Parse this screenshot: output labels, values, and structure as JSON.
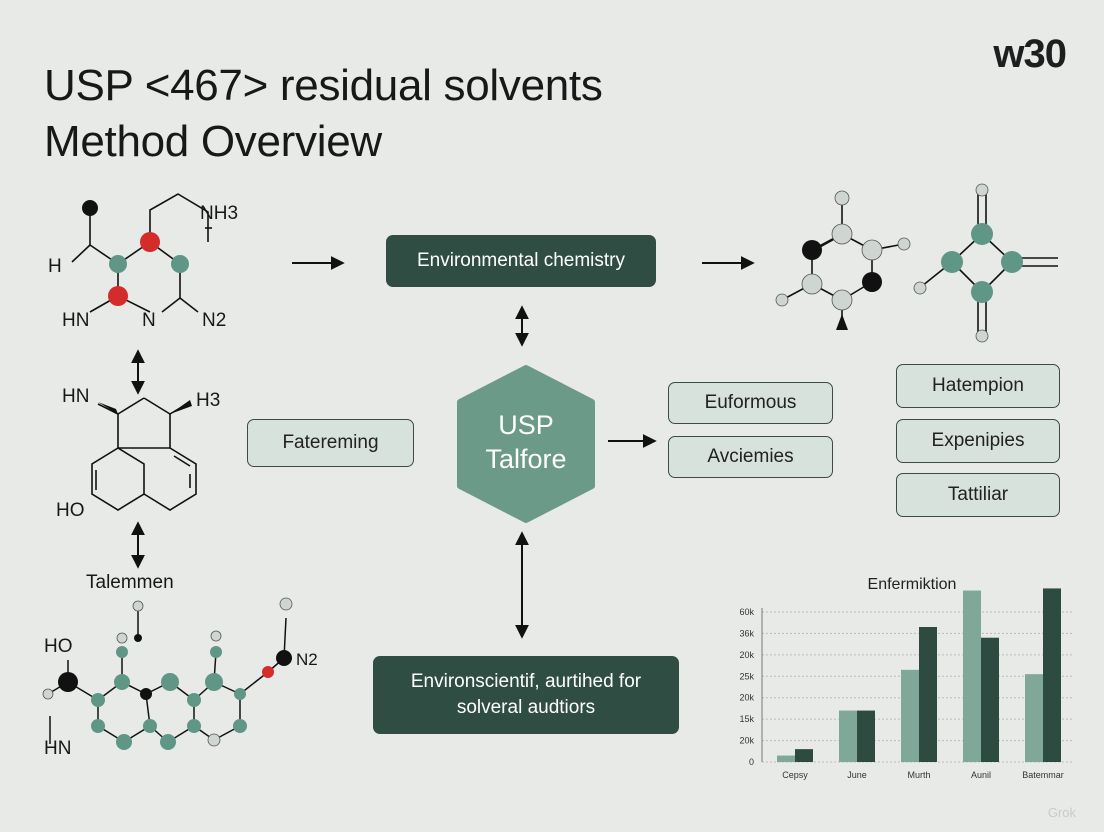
{
  "header": {
    "title_line1": "USP <467> residual solvents",
    "title_line2": "Method Overview",
    "brand": "w30"
  },
  "center": {
    "hub_line1": "USP",
    "hub_line2": "Talfore"
  },
  "boxes": {
    "top": "Environmental chemistry",
    "left": "Fatereming",
    "right_1": "Euformous",
    "right_2": "Avciemies",
    "far_right_1": "Hatempion",
    "far_right_2": "Expenipies",
    "far_right_3": "Tattiliar",
    "bottom_line1": "Environscientif, aurtihed for",
    "bottom_line2": "solveral audtiors"
  },
  "molecules": {
    "m1_h": "H",
    "m1_nh3": "NH3",
    "m1_hn": "HN",
    "m1_n": "N",
    "m1_n2": "N2",
    "m2_hn": "HN",
    "m2_h3": "H3",
    "m2_ho": "HO",
    "m3_caption": "Talemmen",
    "m3_ho": "HO",
    "m3_n2": "N2",
    "m3_hn": "HN"
  },
  "colors": {
    "dark_green": "#2f4d43",
    "hub_green": "#6b9a89",
    "light_box": "#d7e2dc",
    "bar_light": "#7fa898",
    "bar_dark": "#2e4b41",
    "atom_teal": "#5f9686",
    "atom_red": "#d42b2b",
    "atom_black": "#111111"
  },
  "chart_data": {
    "type": "bar",
    "title": "Enfermiktion",
    "categories": [
      "Cepsy",
      "June",
      "Murth",
      "Aunil",
      "Batemmar"
    ],
    "y_tick_labels": [
      "0",
      "20k",
      "15k",
      "20k",
      "25k",
      "20k",
      "36k",
      "60k"
    ],
    "series": [
      {
        "values": [
          0.3,
          2.4,
          4.3,
          8.0,
          4.1
        ],
        "color": "#7fa898"
      },
      {
        "values": [
          0.6,
          2.4,
          6.3,
          5.8,
          8.1
        ],
        "color": "#2e4b41"
      }
    ],
    "grid": true
  },
  "watermark": "Grok"
}
